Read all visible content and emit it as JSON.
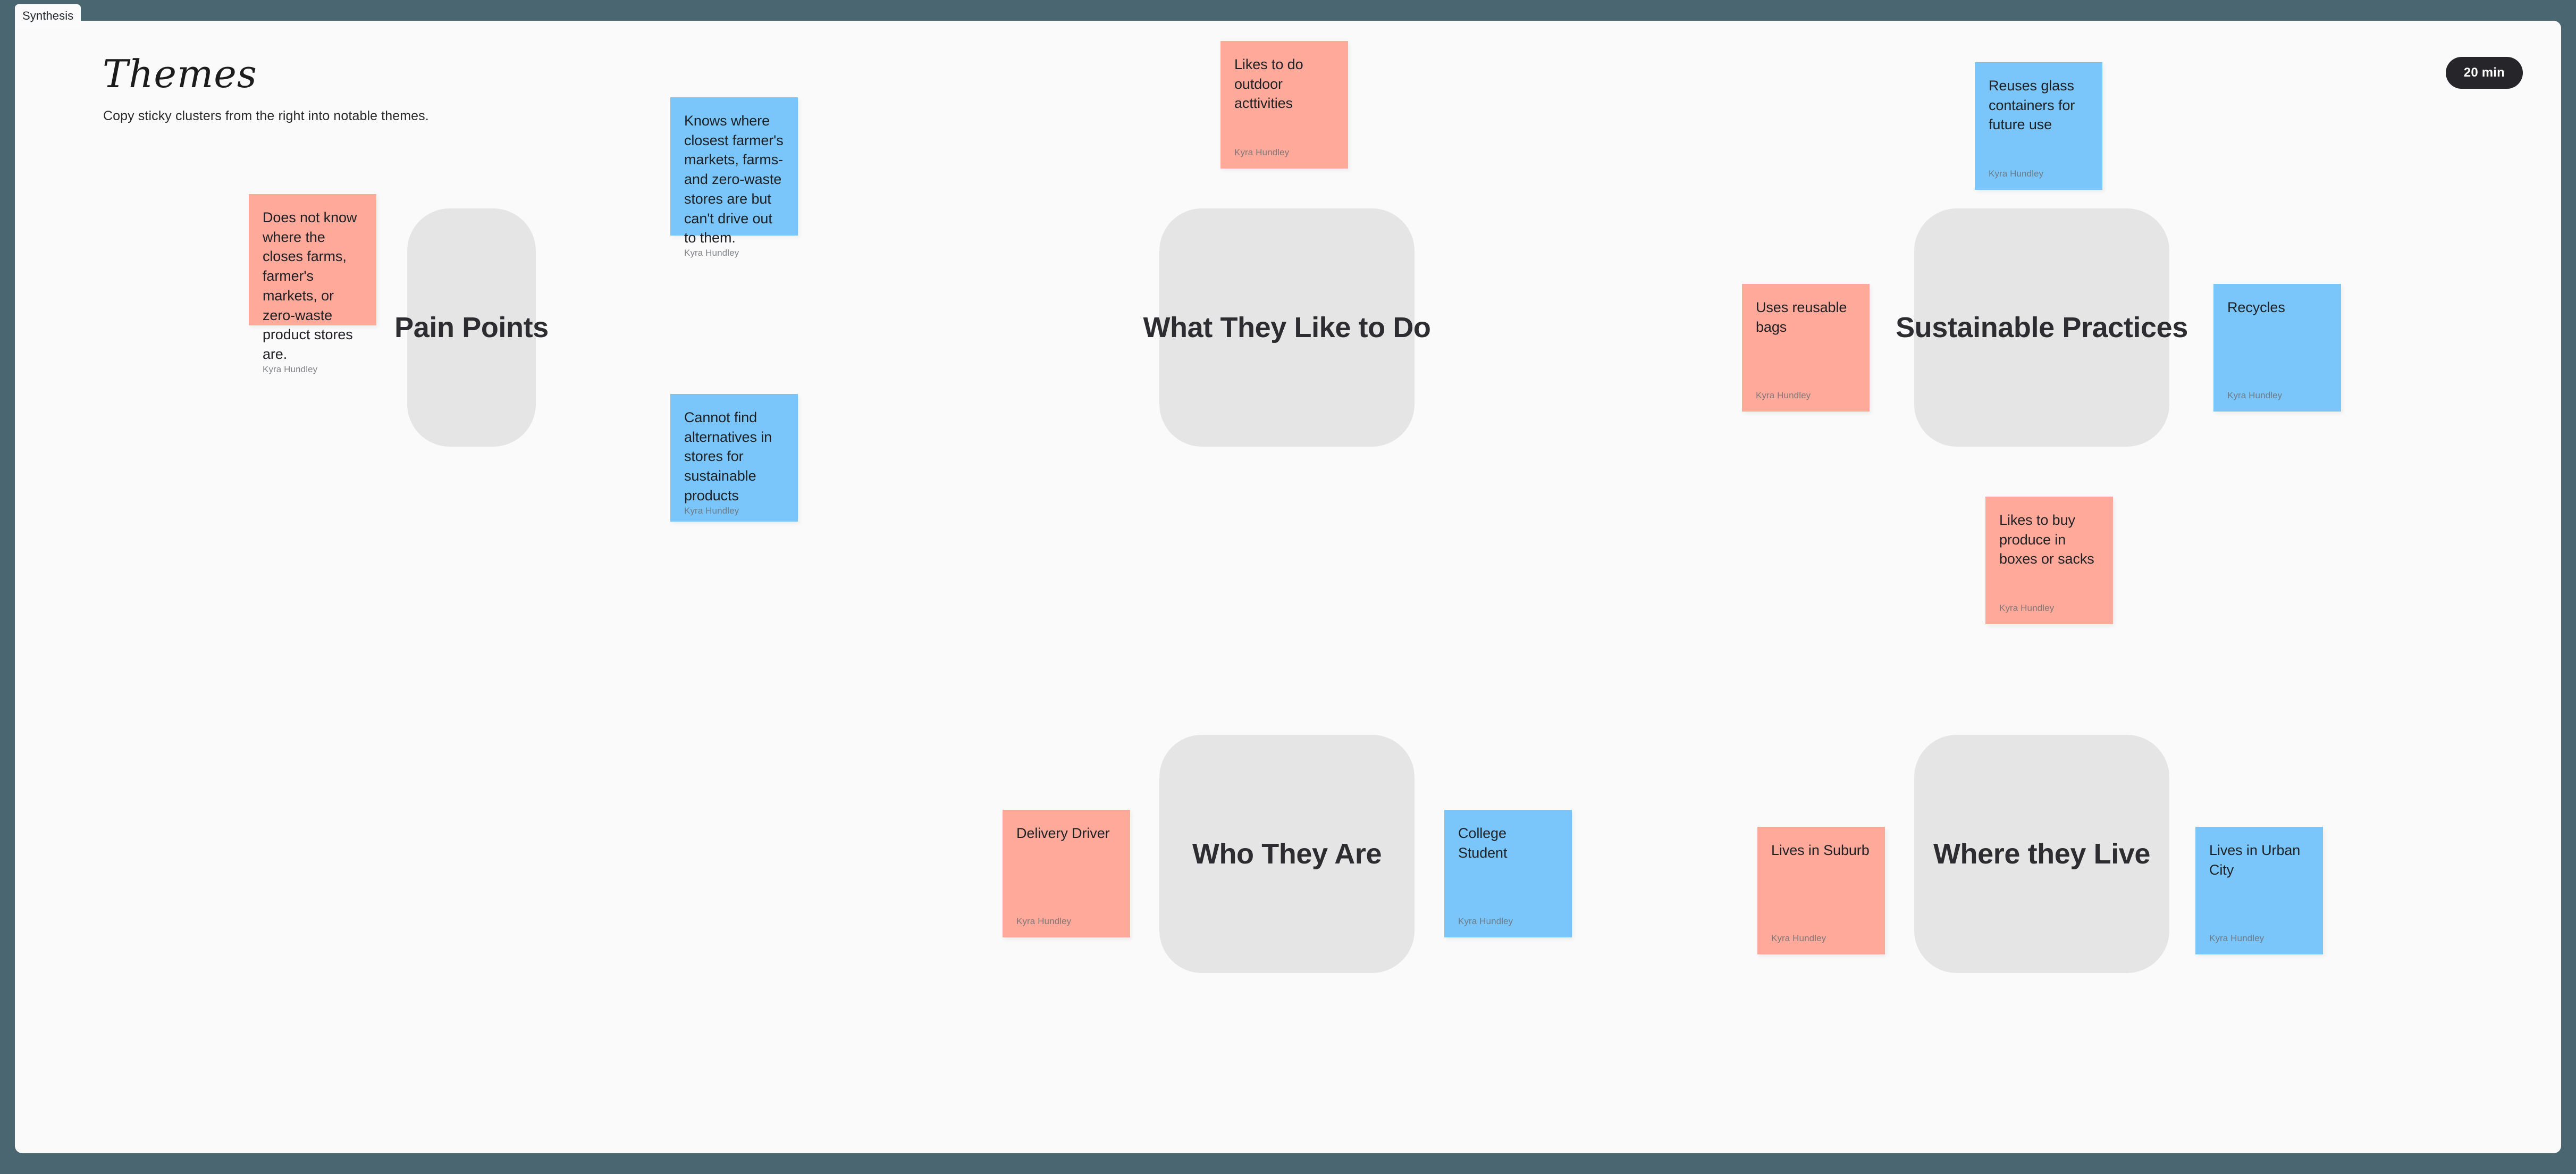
{
  "window": {
    "tab_label": "Synthesis",
    "background_color": "#4a6670",
    "canvas_color": "#fafafa"
  },
  "header": {
    "title": "Themes",
    "subtitle": "Copy sticky clusters from the right into notable themes."
  },
  "timer": {
    "label": "20 min",
    "background_color": "#26262a",
    "text_color": "#ffffff"
  },
  "colors": {
    "pink": "#ffa99b",
    "blue": "#7ac6fb",
    "cluster": "#e5e5e5"
  },
  "clusters": [
    {
      "label": "Pain Points"
    },
    {
      "label": "What They Like to Do"
    },
    {
      "label": "Sustainable Practices"
    },
    {
      "label": "Who They Are"
    },
    {
      "label": "Where they Live"
    }
  ],
  "stickies": [
    {
      "text": "Does not know where the closes farms, farmer's markets, or zero-waste product stores are.",
      "author": "Kyra Hundley",
      "color": "pink"
    },
    {
      "text": "Knows where closest farmer's markets, farms- and zero-waste stores are but can't drive out to them.",
      "author": "Kyra Hundley",
      "color": "blue"
    },
    {
      "text": "Cannot find alternatives in stores for sustainable products",
      "author": "Kyra Hundley",
      "color": "blue"
    },
    {
      "text": "Likes to do outdoor acttivities",
      "author": "Kyra Hundley",
      "color": "pink"
    },
    {
      "text": "Reuses glass containers for future use",
      "author": "Kyra Hundley",
      "color": "blue"
    },
    {
      "text": "Uses reusable bags",
      "author": "Kyra Hundley",
      "color": "pink"
    },
    {
      "text": "Recycles",
      "author": "Kyra Hundley",
      "color": "blue"
    },
    {
      "text": "Likes to buy produce in boxes or sacks",
      "author": "Kyra Hundley",
      "color": "pink"
    },
    {
      "text": "Delivery Driver",
      "author": "Kyra Hundley",
      "color": "pink"
    },
    {
      "text": "College Student",
      "author": "Kyra Hundley",
      "color": "blue"
    },
    {
      "text": "Lives in Suburb",
      "author": "Kyra Hundley",
      "color": "pink"
    },
    {
      "text": "Lives in Urban City",
      "author": "Kyra Hundley",
      "color": "blue"
    }
  ]
}
